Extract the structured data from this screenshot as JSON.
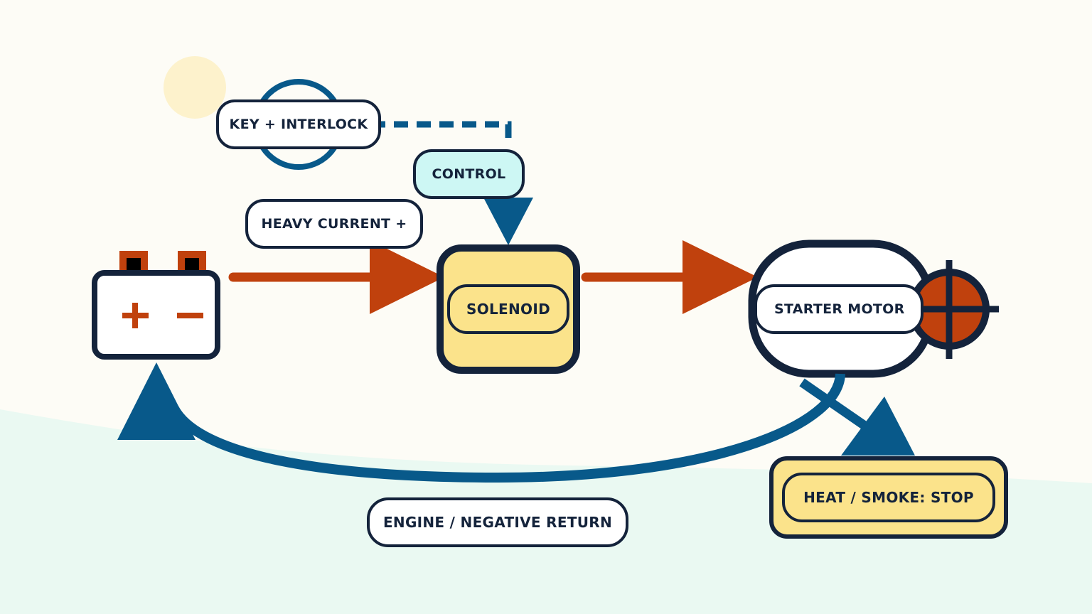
{
  "nodes": {
    "key_interlock": "KEY + INTERLOCK",
    "control": "CONTROL",
    "heavy_current": "HEAVY CURRENT +",
    "battery_plus": "+",
    "battery_minus": "−",
    "solenoid": "SOLENOID",
    "starter_motor": "STARTER MOTOR",
    "engine_return": "ENGINE / NEGATIVE RETURN",
    "heat_smoke": "HEAT / SMOKE: STOP"
  },
  "colors": {
    "background": "#fdfcf6",
    "ground": "#eaf9f2",
    "outline": "#14233b",
    "current_arrow": "#c0410d",
    "control_blue": "#08598a",
    "solenoid_fill": "#fbe38b",
    "control_fill": "#cdf7f4",
    "sun": "#fdf2cc"
  }
}
